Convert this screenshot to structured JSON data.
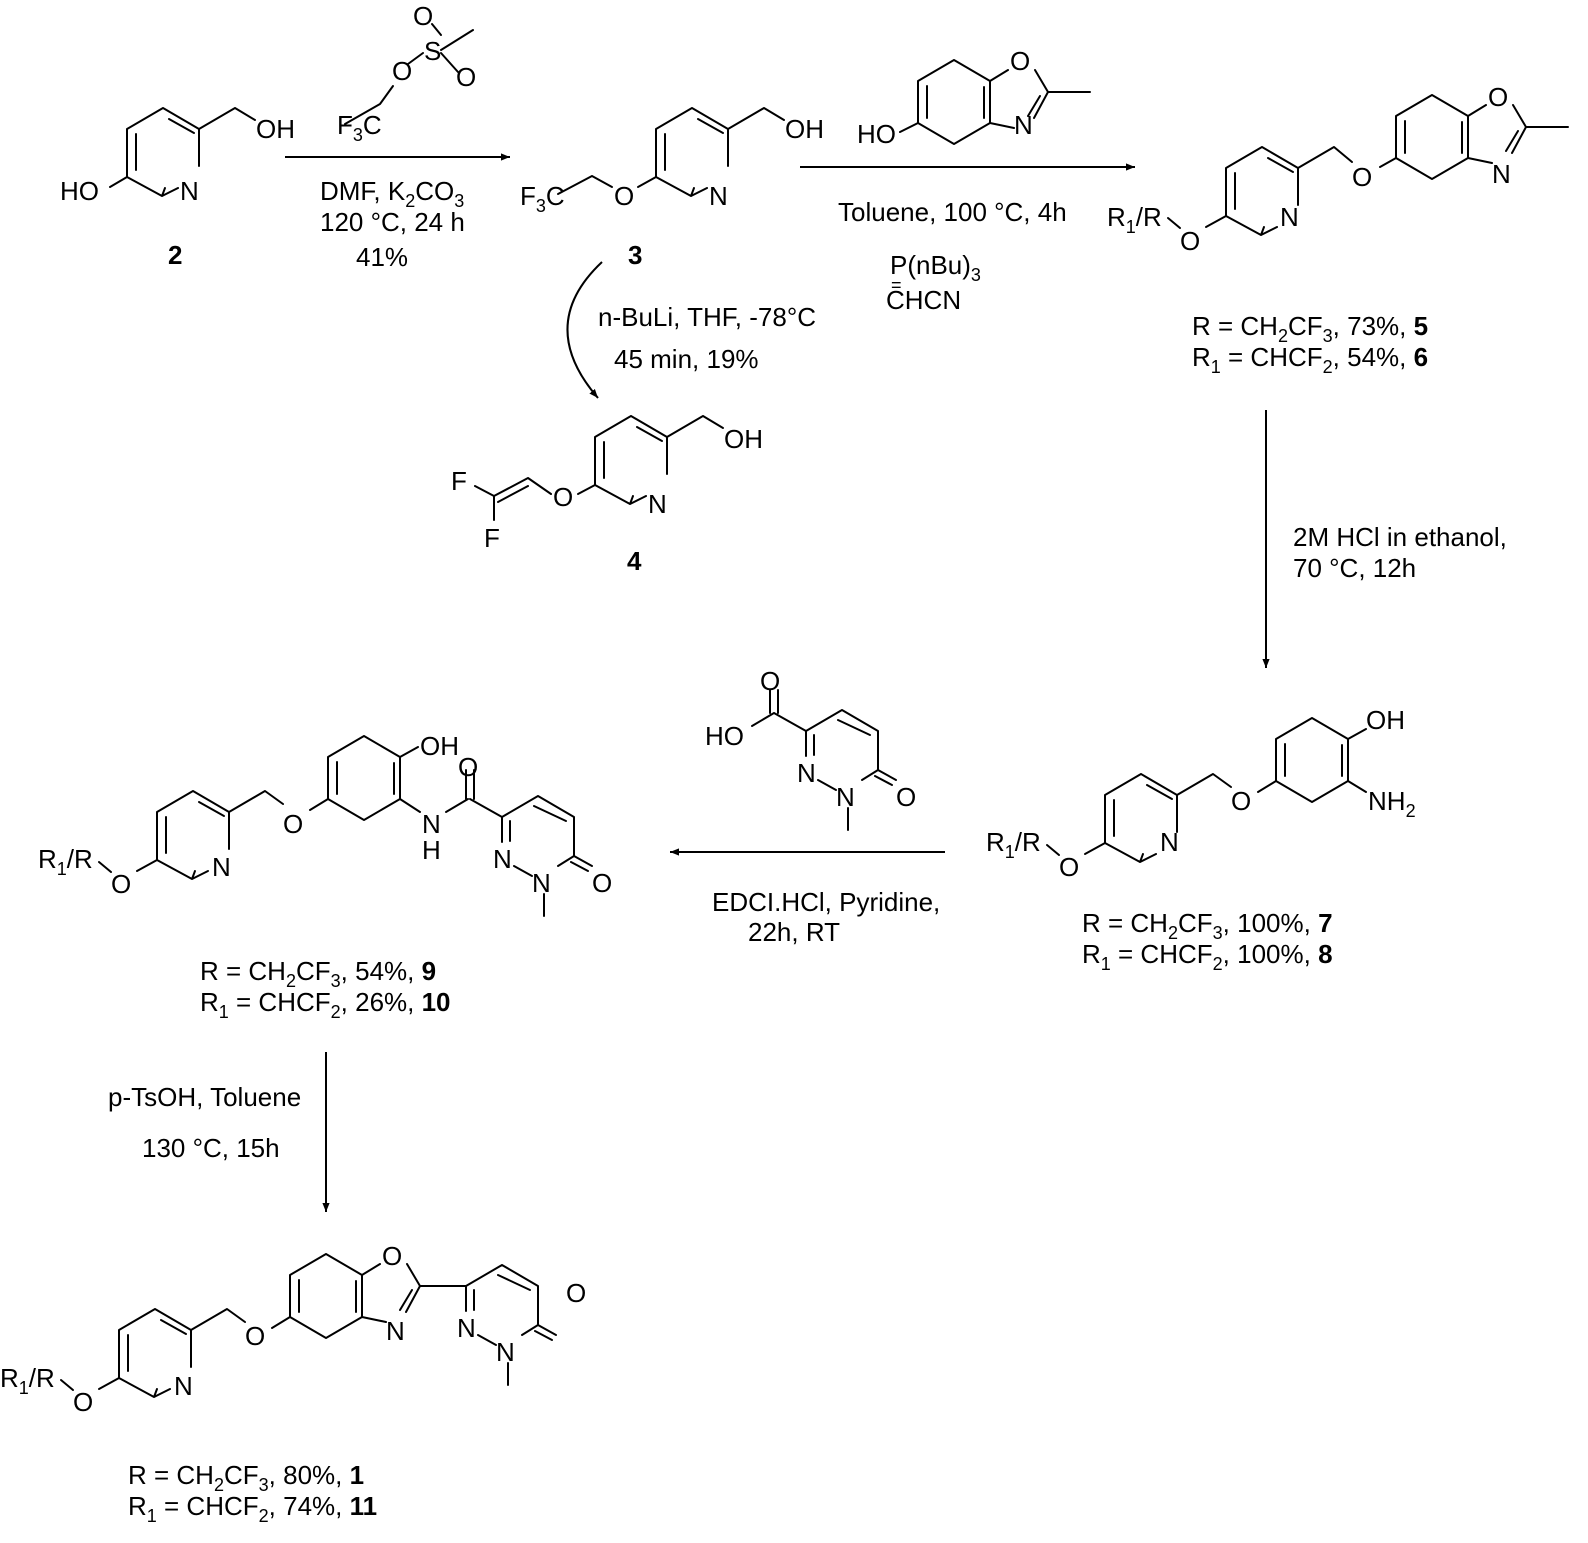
{
  "compounds": {
    "c2": {
      "ho": "HO",
      "n": "N",
      "oh": "OH",
      "label": "2"
    },
    "c3": {
      "f3c_f": "F",
      "f3c_sub": "3",
      "f3c_c": "C",
      "o": "O",
      "n": "N",
      "oh": "OH",
      "label": "3"
    },
    "c4": {
      "f1": "F",
      "f2": "F",
      "o": "O",
      "n": "N",
      "oh": "OH",
      "label": "4"
    },
    "c5": {
      "r_prefix": "R",
      "r_sub": "1",
      "r_suffix": "/R",
      "o1": "O",
      "n1": "N",
      "o2": "O",
      "o3": "O",
      "n2": "N"
    },
    "c7": {
      "r_prefix": "R",
      "r_sub": "1",
      "r_suffix": "/R",
      "o1": "O",
      "n1": "N",
      "o2": "O",
      "oh": "OH",
      "nh2": "NH",
      "nh2_sub": "2"
    },
    "c9": {
      "r_prefix": "R",
      "r_sub": "1",
      "r_suffix": "/R",
      "o1": "O",
      "n1": "N",
      "o2": "O",
      "oh": "OH",
      "nh_n": "N",
      "nh_h": "H",
      "amide_o": "O",
      "pyd_n1": "N",
      "pyd_n2": "N",
      "pyd_o": "O"
    },
    "c1": {
      "r_prefix": "R",
      "r_sub": "1",
      "r_suffix": "/R",
      "o1": "O",
      "n1": "N",
      "o2": "O",
      "ox_o": "O",
      "ox_n": "N",
      "pyd_n1": "N",
      "pyd_n2": "N",
      "pyd_o": "O"
    }
  },
  "reagents": {
    "mesylate": {
      "o1": "O",
      "o2": "O",
      "o3": "O",
      "s": "S",
      "f3c_f": "F",
      "f3c_sub": "3",
      "f3c_c": "C"
    },
    "hydroxybenzoxazole": {
      "ho": "HO",
      "o": "O",
      "n": "N"
    },
    "pyridazinone_acid": {
      "o": "O",
      "ho": "HO",
      "n1": "N",
      "n2": "N",
      "o2": "O"
    }
  },
  "steps": {
    "step1": {
      "l1_a": "DMF, K",
      "l1_sub": "2",
      "l1_b": "CO",
      "l1_sub2": "3",
      "l2": "120 °C, 24 h",
      "l3": "41%"
    },
    "step2": {
      "l1": "Toluene, 100 °C, 4h",
      "p_a": "P(nBu)",
      "p_sub": "3",
      "p_eq": "=",
      "p_b": "CHCN"
    },
    "step3": {
      "l1": "n-BuLi, THF, -78°C",
      "l2": "45 min, 19%"
    },
    "step4": {
      "l1": "2M HCl in ethanol,",
      "l2": "70 °C, 12h"
    },
    "step5": {
      "l1": "EDCI.HCl, Pyridine,",
      "l2": "22h,  RT"
    },
    "step6": {
      "l1": "p-TsOH, Toluene",
      "l2": "130 °C, 15h"
    }
  },
  "yields": {
    "y5": {
      "a": "R = CH",
      "s1": "2",
      "b": "CF",
      "s2": "3",
      "c": ", 73%, ",
      "bold": "5"
    },
    "y6": {
      "a": "R",
      "s1": "1",
      "b": " = CHCF",
      "s2": "2",
      "c": ", 54%, ",
      "bold": "6"
    },
    "y7": {
      "a": "R = CH",
      "s1": "2",
      "b": "CF",
      "s2": "3",
      "c": ", 100%, ",
      "bold": "7"
    },
    "y8": {
      "a": "R",
      "s1": "1",
      "b": " = CHCF",
      "s2": "2",
      "c": ", 100%, ",
      "bold": "8"
    },
    "y9": {
      "a": "R = CH",
      "s1": "2",
      "b": "CF",
      "s2": "3",
      "c": ", 54%, ",
      "bold": "9"
    },
    "y10": {
      "a": "R",
      "s1": "1",
      "b": " = CHCF",
      "s2": "2",
      "c": ", 26%, ",
      "bold": "10"
    },
    "y1": {
      "a": "R = CH",
      "s1": "2",
      "b": "CF",
      "s2": "3",
      "c": ", 80%, ",
      "bold": "1"
    },
    "y11": {
      "a": "R",
      "s1": "1",
      "b": " = CHCF",
      "s2": "2",
      "c": ", 74%, ",
      "bold": "11"
    }
  }
}
